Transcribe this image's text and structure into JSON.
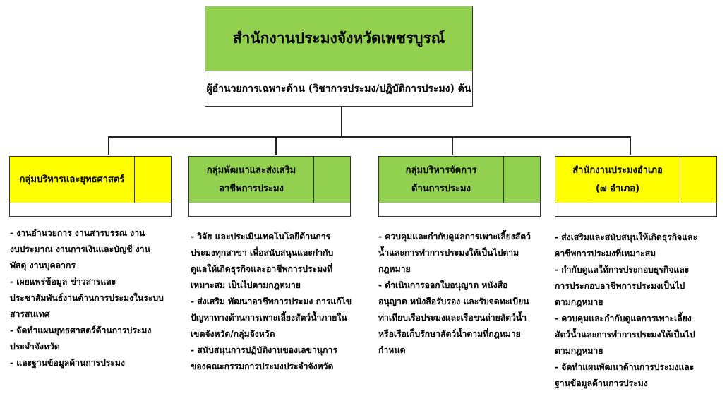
{
  "colors": {
    "green": "#92D050",
    "yellow": "#FFFF00",
    "border": "#333333"
  },
  "office": {
    "title": "สำนักงานประมงจังหวัดเพชรบูรณ์",
    "subtitle": "ผู้อำนวยการเฉพาะด้าน (วิชาการประมง/ปฏิบัติการประมง) ต้น"
  },
  "groups": [
    {
      "lines": [
        "กลุ่มบริหารและยุทธศาสตร์"
      ],
      "color": "yellow",
      "duties": [
        "- งานอำนวยการ งานสารบรรณ งาน",
        "งบประมาณ งานการเงินและบัญชี งาน",
        "พัสดุ งานบุคลากร",
        "- เผยแพร่ข้อมูล ข่าวสารและ",
        "ประชาสัมพันธ์งานด้านการประมงในระบบ",
        "สารสนเทศ",
        "- จัดทำแผนยุทธศาสตร์ด้านการประมง",
        "ประจำจังหวัด",
        "- และฐานข้อมูลด้านการประมง"
      ]
    },
    {
      "lines": [
        "กลุ่มพัฒนาและส่งเสริม",
        "อาชีพการประมง"
      ],
      "color": "green",
      "duties": [
        "- วิจัย และประเมินเทคโนโลยีด้านการ",
        "ประมงทุกสาขา เพื่อสนับสนุนและกำกับ",
        "ดูแลให้เกิดธุรกิจและอาชีพการประมงที่",
        "เหมาะสม เป็นไปตามกฎหมาย",
        "- ส่งเสริม พัฒนาอาชีพการประมง การแก้ไข",
        "ปัญหาทางด้านการเพาะเลี้ยงสัตว์น้ำภายใน",
        "เขตจังหวัด/กลุ่มจังหวัด",
        "- สนับสนุนการปฏิบัติงานของเลขานุการ",
        "ของคณะกรรมการประมงประจำจังหวัด"
      ]
    },
    {
      "lines": [
        "กลุ่มบริหารจัดการ",
        "ด้านการประมง"
      ],
      "color": "green",
      "duties": [
        "- ควบคุมและกำกับดูแลการเพาะเลี้ยงสัตว์",
        "น้ำและการทำการประมงให้เป็นไปตาม",
        "กฎหมาย",
        "- ดำเนินการออกใบอนุญาต หนังสือ",
        "อนุญาต หนังสือรับรอง และรับจดทะเบียน",
        "ท่าเทียบเรือประมงและเรือขนถ่ายสัตว์น้ำ",
        "หรือเรือเก็บรักษาสัตว์น้ำตามที่กฎหมาย",
        "กำหนด"
      ]
    },
    {
      "lines": [
        "สำนักงานประมงอำเภอ",
        "(๗ อำเภอ)"
      ],
      "color": "yellow",
      "duties": [
        "- ส่งเสริมและสนับสนุนให้เกิดธุรกิจและ",
        "อาชีพการประมงที่เหมาะสม",
        "- กำกับดูแลให้การประกอบธุรกิจและ",
        "การประกอบอาชีพการประมงเป็นไป",
        "ตามกฎหมาย",
        "- ควบคุมและกำกับดูแลการเพาะเลี้ยง",
        "สัตว์น้ำและการทำการประมงให้เป็นไป",
        "ตามกฎหมาย",
        "- จัดทำแผนพัฒนาด้านการประมงและ",
        "ฐานข้อมูลด้านการประมง"
      ]
    }
  ]
}
